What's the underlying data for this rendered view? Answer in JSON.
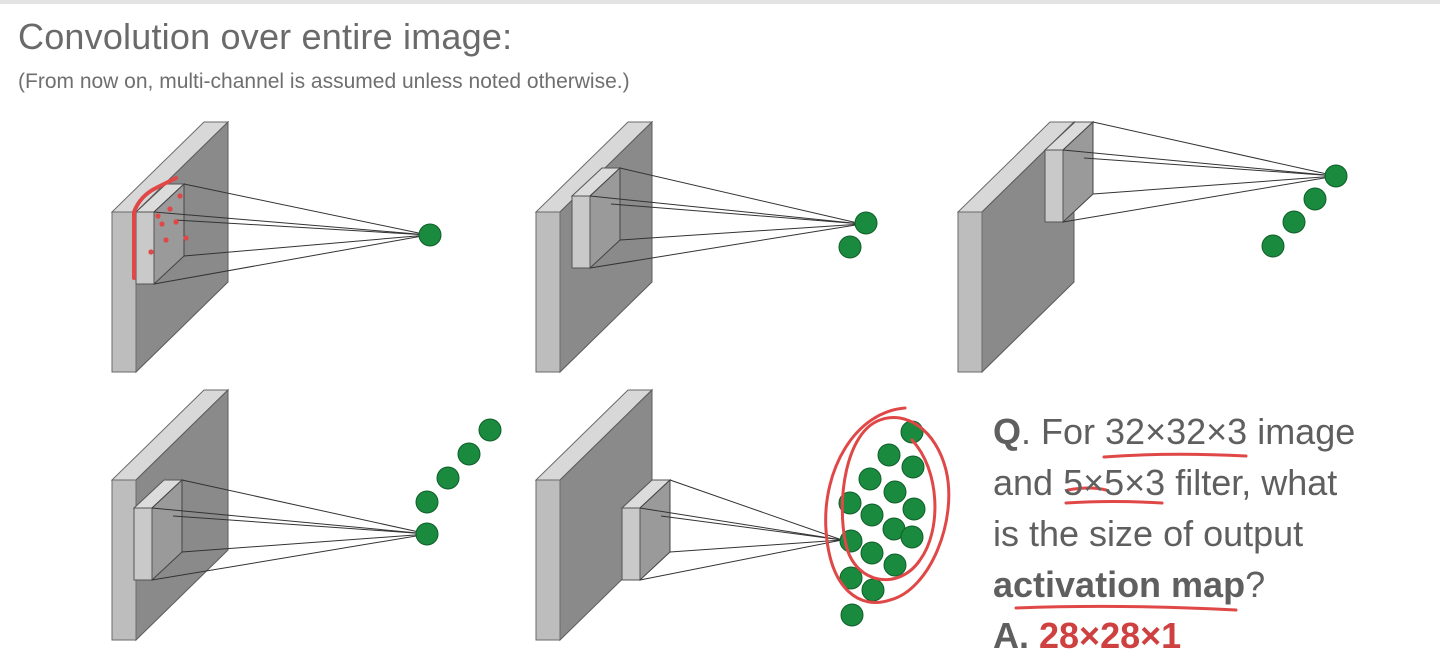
{
  "title": "Convolution over entire image:",
  "subtitle": "(From now on, multi-channel is assumed unless noted otherwise.)",
  "question": {
    "q_label": "Q",
    "line1_a": ". For ",
    "line1_dims": "32×32×3",
    "line1_b": " image",
    "line2_a": "and ",
    "line2_dims": "5×5×3",
    "line2_b": " filter, what",
    "line3": "is the size of output",
    "line4_bold": "activation map",
    "line4_end": "?",
    "a_label": "A.",
    "answer": "28×28×1"
  },
  "colors": {
    "text": "#5f5f5f",
    "annotation_red": "#e04848",
    "output_green": "#1a8a3e",
    "volume_front": "#bdbdbd",
    "volume_face": "#8a8a8a"
  }
}
